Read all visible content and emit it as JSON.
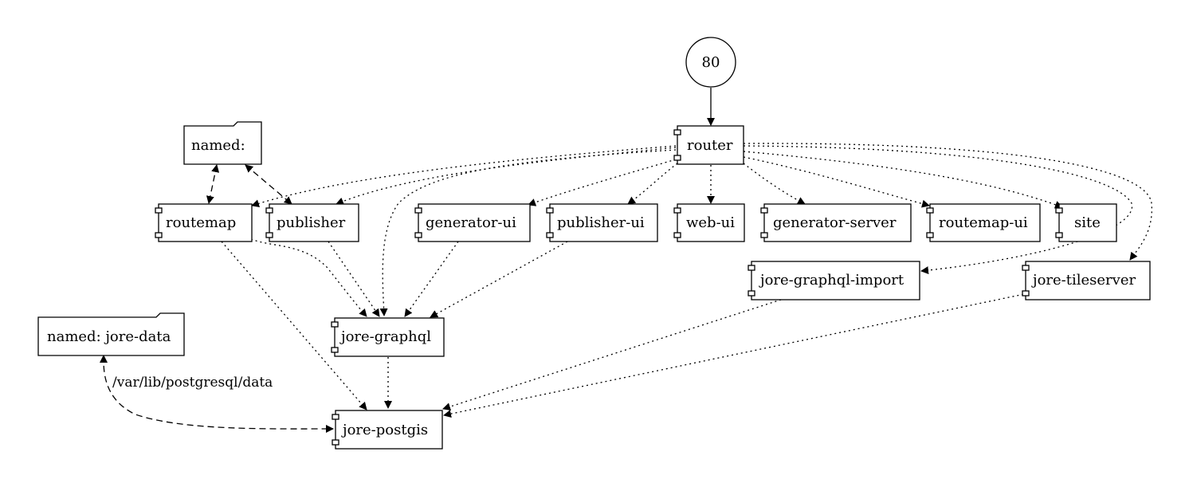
{
  "nodes": {
    "port": "80",
    "router": "router",
    "named_volume": "named:",
    "routemap": "routemap",
    "publisher": "publisher",
    "generator_ui": "generator-ui",
    "publisher_ui": "publisher-ui",
    "web_ui": "web-ui",
    "generator_server": "generator-server",
    "routemap_ui": "routemap-ui",
    "site": "site",
    "jore_graphql_import": "jore-graphql-import",
    "jore_tileserver": "jore-tileserver",
    "jore_data_volume": "named: jore-data",
    "jore_graphql": "jore-graphql",
    "jore_postgis": "jore-postgis"
  },
  "edge_labels": {
    "postgres_mount": "/var/lib/postgresql/data"
  }
}
